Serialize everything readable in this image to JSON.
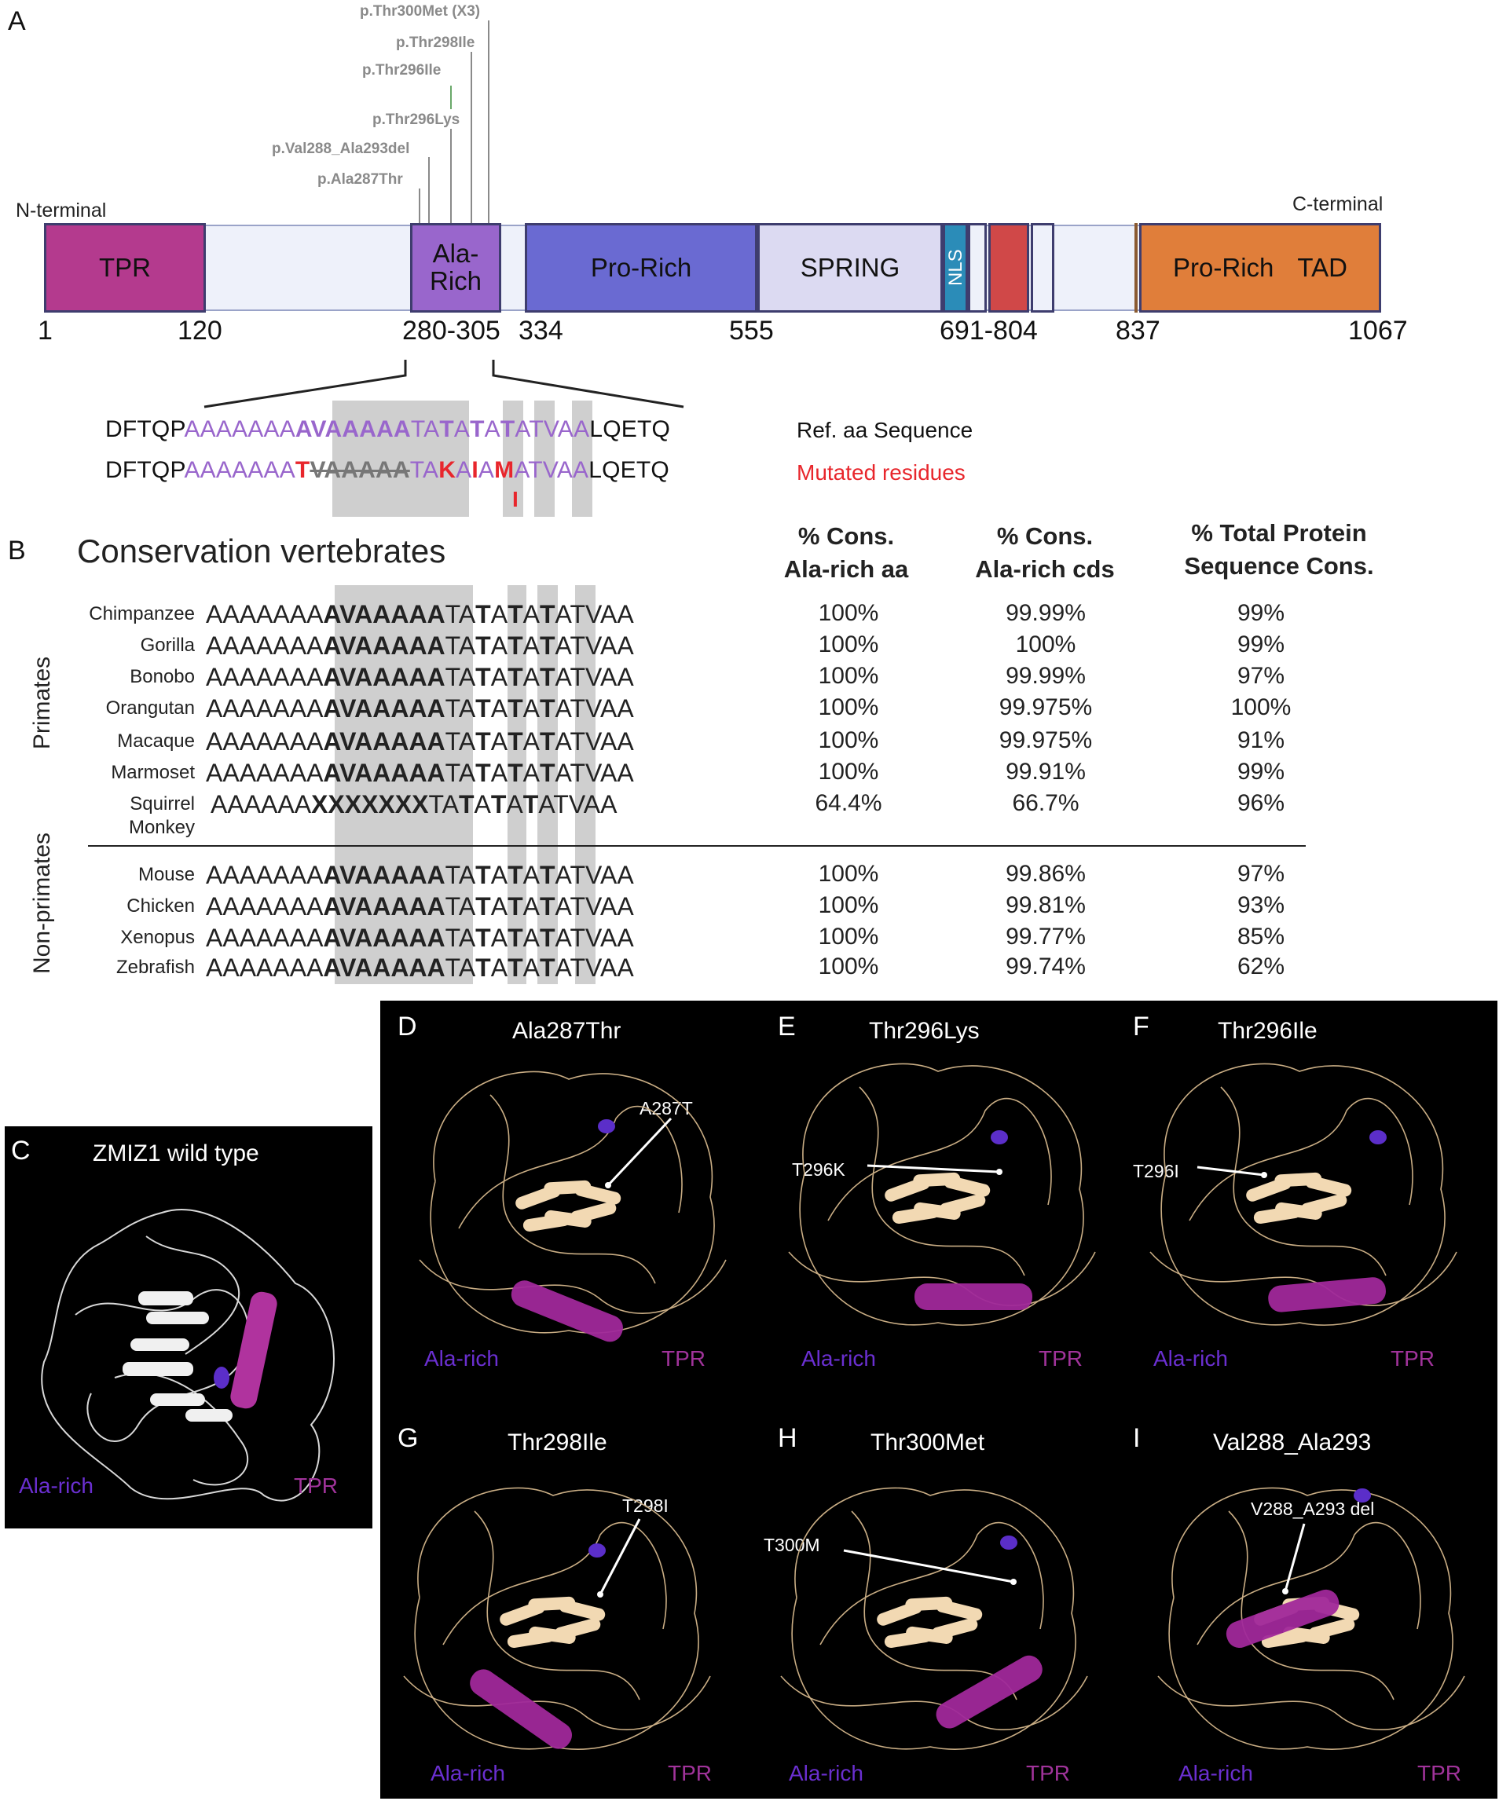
{
  "panelA": {
    "letter": "A",
    "mutations": [
      {
        "label": "p.Thr300Met (X3)"
      },
      {
        "label": "p.Thr298Ile"
      },
      {
        "label": "p.Thr296Ile"
      },
      {
        "label": "p.Thr296Lys"
      },
      {
        "label": "p.Val288_Ala293del"
      },
      {
        "label": "p.Ala287Thr"
      }
    ],
    "n_terminal": "N-terminal",
    "c_terminal": "C-terminal",
    "domains": {
      "tpr": "TPR",
      "ala_rich": "Ala-\nRich",
      "pro_rich": "Pro-Rich",
      "spring": "SPRING",
      "nls": "NLS",
      "pro_rich_tad_1": "Pro-Rich",
      "pro_rich_tad_2": "TAD"
    },
    "domain_colors": {
      "tpr": "#b43a8e",
      "ala_rich": "#9966cc",
      "pro_rich": "#6a6ad2",
      "spring": "#dcdaf2",
      "nls": "#2b8cb8",
      "red_box": "#d04848",
      "pro_rich_tad": "#e07e3a",
      "linker": "#eef1fa"
    },
    "positions": [
      "1",
      "120",
      "280-305",
      "334",
      "555",
      "691-804",
      "837",
      "1067"
    ],
    "ref_seq": {
      "prefix": "DFTQP",
      "ala1": "AAAAAAA",
      "bold": "AVAAAAA",
      "s1": "TA",
      "t1": "T",
      "s2": "A",
      "t2": "T",
      "s3": "A",
      "t3": "T",
      "s4": "ATVAA",
      "suffix": "LQETQ",
      "label": "Ref. aa Sequence"
    },
    "mut_seq": {
      "prefix": "DFTQP",
      "ala1": "AAAAAAA",
      "t_red": "T",
      "strike": "VAAAAA",
      "s1": "TA",
      "k_red": "K",
      "s2": "A",
      "i_red": "I",
      "s3": "A",
      "m_red": "M",
      "s4": "ATVAA",
      "suffix": "LQETQ",
      "label": "Mutated residues",
      "below_i": "I"
    }
  },
  "panelB": {
    "letter": "B",
    "title": "Conservation vertebrates",
    "headers": {
      "h1a": "% Cons.",
      "h1b": "Ala-rich aa",
      "h2a": "% Cons.",
      "h2b": "Ala-rich cds",
      "h3a": "% Total Protein",
      "h3b": "Sequence  Cons."
    },
    "group_primates": "Primates",
    "group_nonprimates": "Non-primates",
    "rows": [
      {
        "name": "Chimpanzee",
        "a": "AAAAAAA",
        "b": "AVAAAAA",
        "aa": "100%",
        "cds": "99.99%",
        "total": "99%"
      },
      {
        "name": "Gorilla",
        "a": "AAAAAAA",
        "b": "AVAAAAA",
        "aa": "100%",
        "cds": "100%",
        "total": "99%"
      },
      {
        "name": "Bonobo",
        "a": "AAAAAAA",
        "b": "AVAAAAA",
        "aa": "100%",
        "cds": "99.99%",
        "total": "97%"
      },
      {
        "name": "Orangutan",
        "a": "AAAAAAA",
        "b": "AVAAAAA",
        "aa": "100%",
        "cds": "99.975%",
        "total": "100%"
      },
      {
        "name": "Macaque",
        "a": "AAAAAAA",
        "b": "AVAAAAA",
        "aa": "100%",
        "cds": "99.975%",
        "total": "91%"
      },
      {
        "name": "Marmoset",
        "a": "AAAAAAA",
        "b": "AVAAAAA",
        "aa": "100%",
        "cds": "99.91%",
        "total": "99%"
      },
      {
        "name": "Squirrel",
        "name2": "Monkey",
        "a": "AAAAAA",
        "b": "XXXXXXX",
        "aa": "64.4%",
        "cds": "66.7%",
        "total": "96%"
      },
      {
        "name": "Mouse",
        "a": "AAAAAAA",
        "b": "AVAAAAA",
        "aa": "100%",
        "cds": "99.86%",
        "total": "97%"
      },
      {
        "name": "Chicken",
        "a": "AAAAAAA",
        "b": "AVAAAAA",
        "aa": "100%",
        "cds": "99.81%",
        "total": "93%"
      },
      {
        "name": "Xenopus",
        "a": "AAAAAAA",
        "b": "AVAAAAA",
        "aa": "100%",
        "cds": "99.77%",
        "total": "85%"
      },
      {
        "name": "Zebrafish",
        "a": "AAAAAAA",
        "b": "AVAAAAA",
        "aa": "100%",
        "cds": "99.74%",
        "total": "62%"
      }
    ],
    "tail": {
      "s1": "TA",
      "t": "T",
      "s2": "A",
      "s3": "ATVAA"
    }
  },
  "structures": {
    "C": {
      "letter": "C",
      "title": "ZMIZ1 wild type",
      "ala": "Ala-rich",
      "tpr": "TPR"
    },
    "D": {
      "letter": "D",
      "title": "Ala287Thr",
      "ann": "A287T",
      "ala": "Ala-rich",
      "tpr": "TPR"
    },
    "E": {
      "letter": "E",
      "title": "Thr296Lys",
      "ann": "T296K",
      "ala": "Ala-rich",
      "tpr": "TPR"
    },
    "F": {
      "letter": "F",
      "title": "Thr296Ile",
      "ann": "T296I",
      "ala": "Ala-rich",
      "tpr": "TPR"
    },
    "G": {
      "letter": "G",
      "title": "Thr298Ile",
      "ann": "T298I",
      "ala": "Ala-rich",
      "tpr": "TPR"
    },
    "H": {
      "letter": "H",
      "title": "Thr300Met",
      "ann": "T300M",
      "ala": "Ala-rich",
      "tpr": "TPR"
    },
    "I": {
      "letter": "I",
      "title": "Val288_Ala293",
      "ann": "V288_A293 del",
      "ala": "Ala-rich",
      "tpr": "TPR"
    }
  }
}
